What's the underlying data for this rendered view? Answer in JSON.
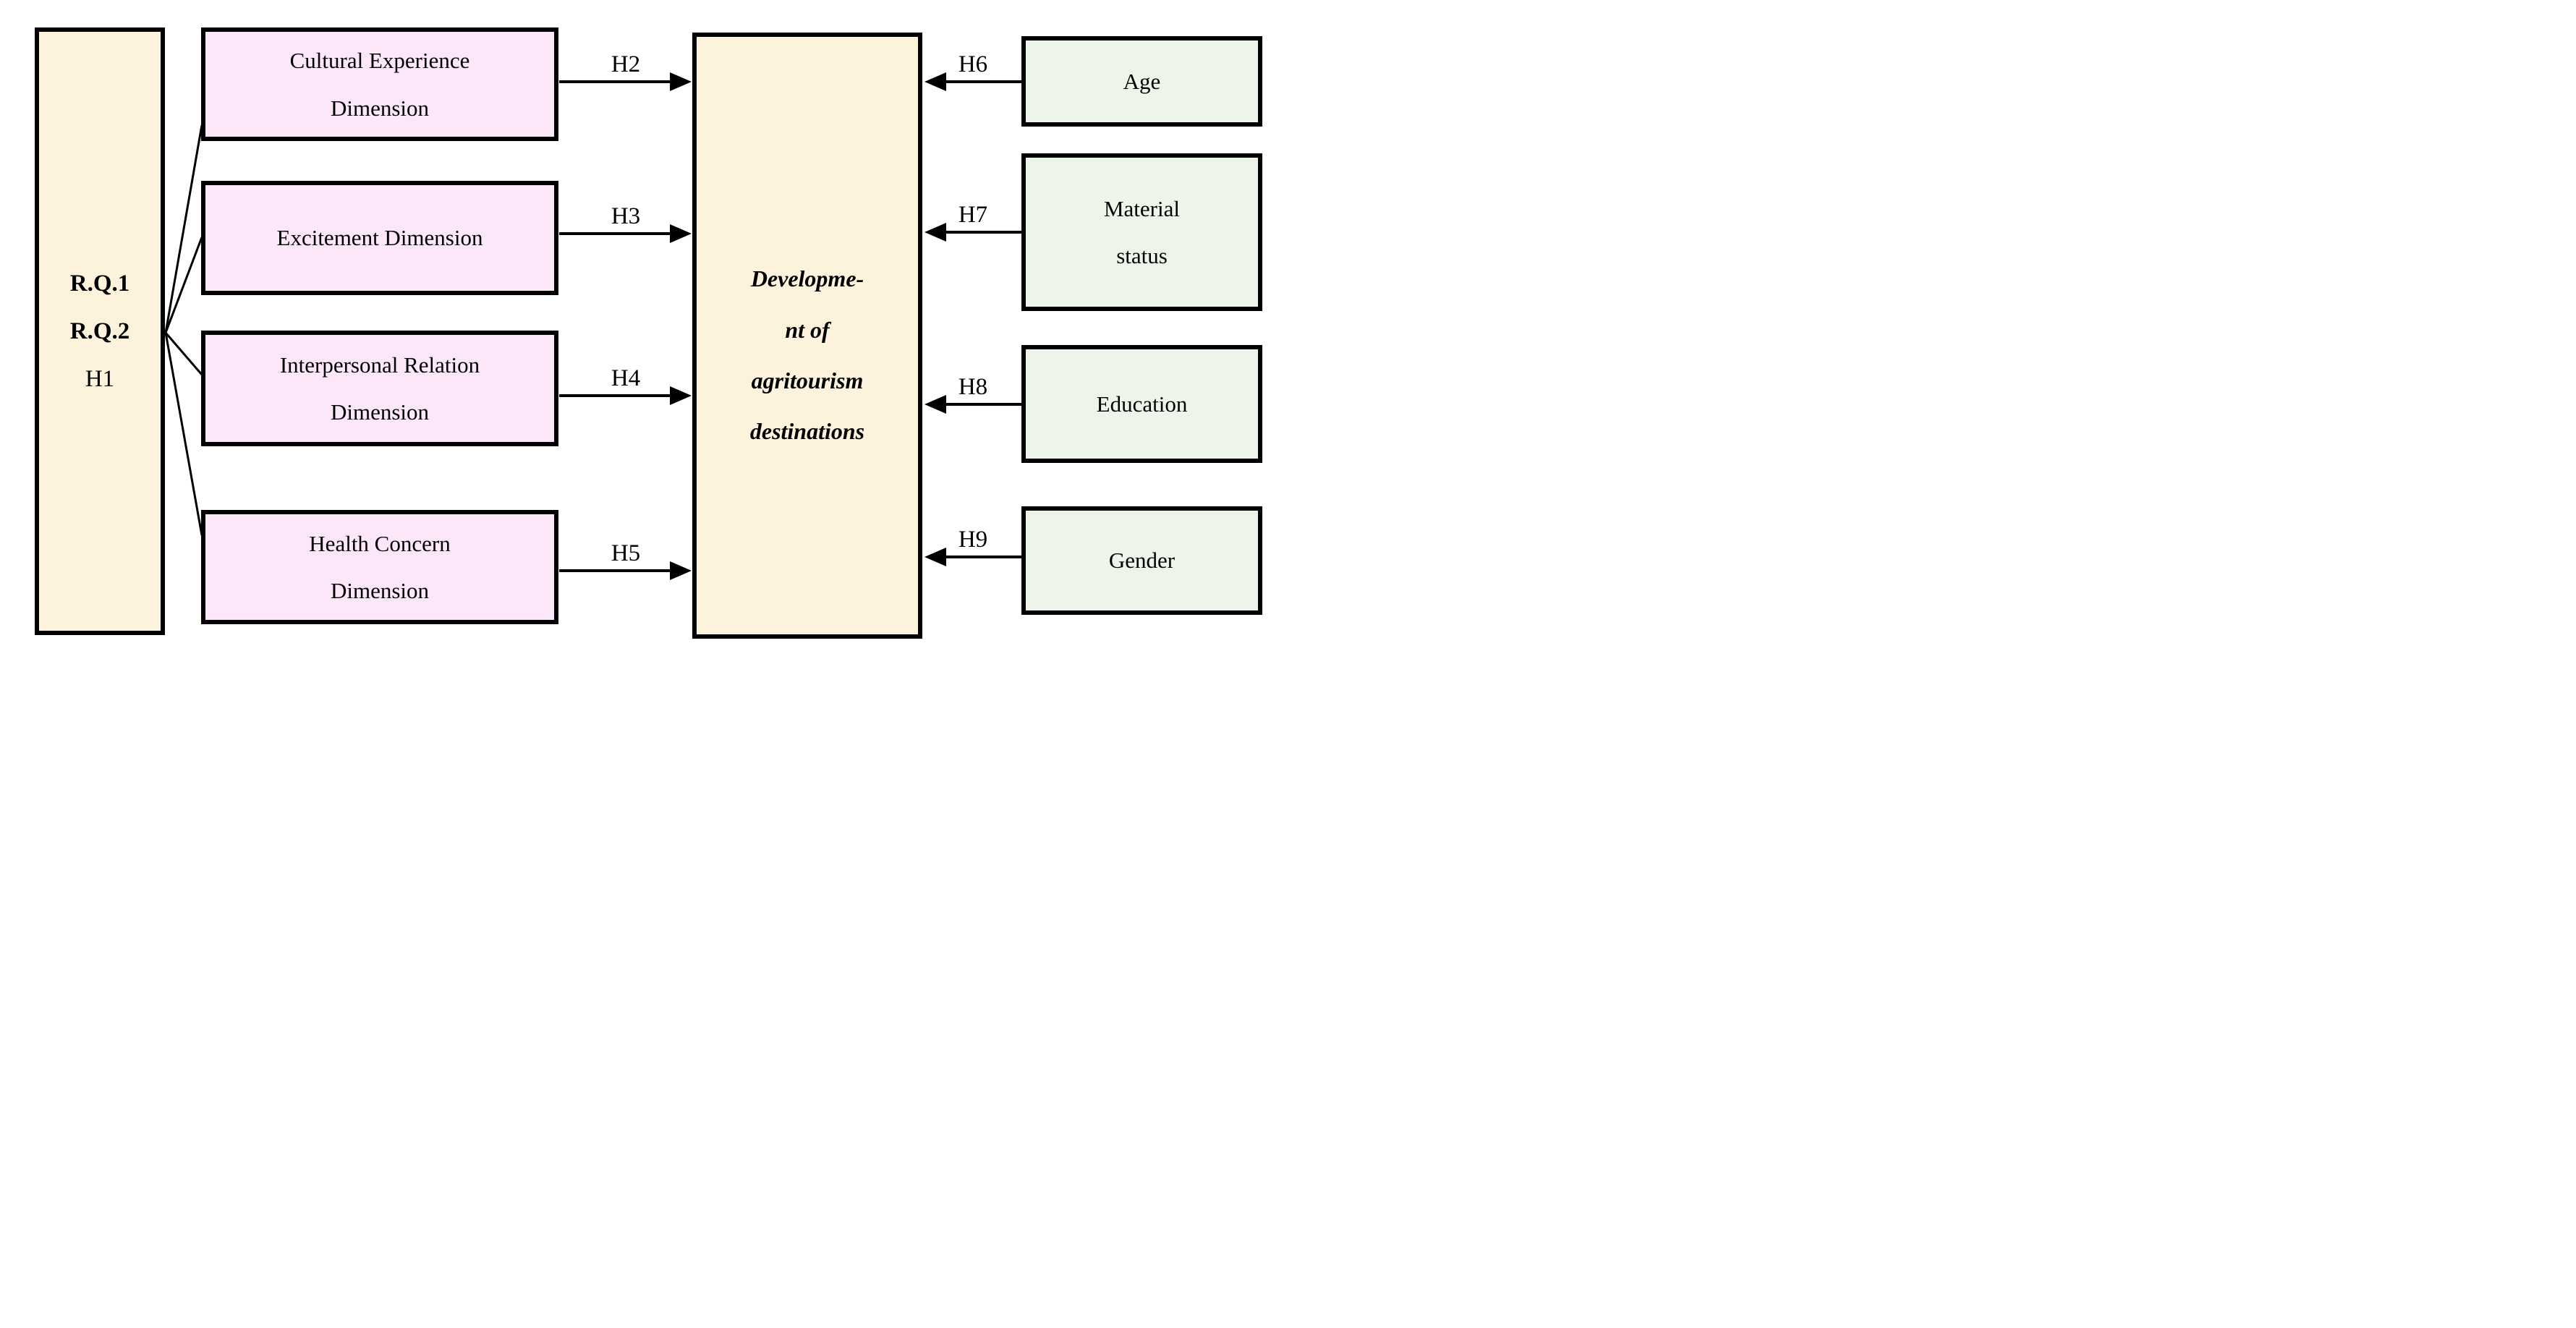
{
  "figure": {
    "colors": {
      "research_fill": "#FDF3DC",
      "dimension_fill": "#FBE6FA",
      "moderator_fill": "#EDF4E9",
      "outcome_fill": "#FDF3DC",
      "line": "#000000"
    },
    "research_box": {
      "lines": [
        "R.Q.1",
        "R.Q.2",
        "H1"
      ]
    },
    "dimension_boxes": [
      {
        "lines": [
          "Cultural Experience",
          "Dimension"
        ]
      },
      {
        "lines": [
          "Excitement Dimension"
        ]
      },
      {
        "lines": [
          "Interpersonal Relation",
          "Dimension"
        ]
      },
      {
        "lines": [
          "Health Concern",
          "Dimension"
        ]
      }
    ],
    "outcome_box": {
      "lines": [
        "Developme-",
        "nt of",
        "agritourism",
        "destinations"
      ]
    },
    "moderator_boxes": [
      {
        "lines": [
          "Age"
        ]
      },
      {
        "lines": [
          "Material",
          "status"
        ]
      },
      {
        "lines": [
          "Education"
        ]
      },
      {
        "lines": [
          "Gender"
        ]
      }
    ],
    "hypotheses": {
      "h2": "H2",
      "h3": "H3",
      "h4": "H4",
      "h5": "H5",
      "h6": "H6",
      "h7": "H7",
      "h8": "H8",
      "h9": "H9"
    }
  }
}
